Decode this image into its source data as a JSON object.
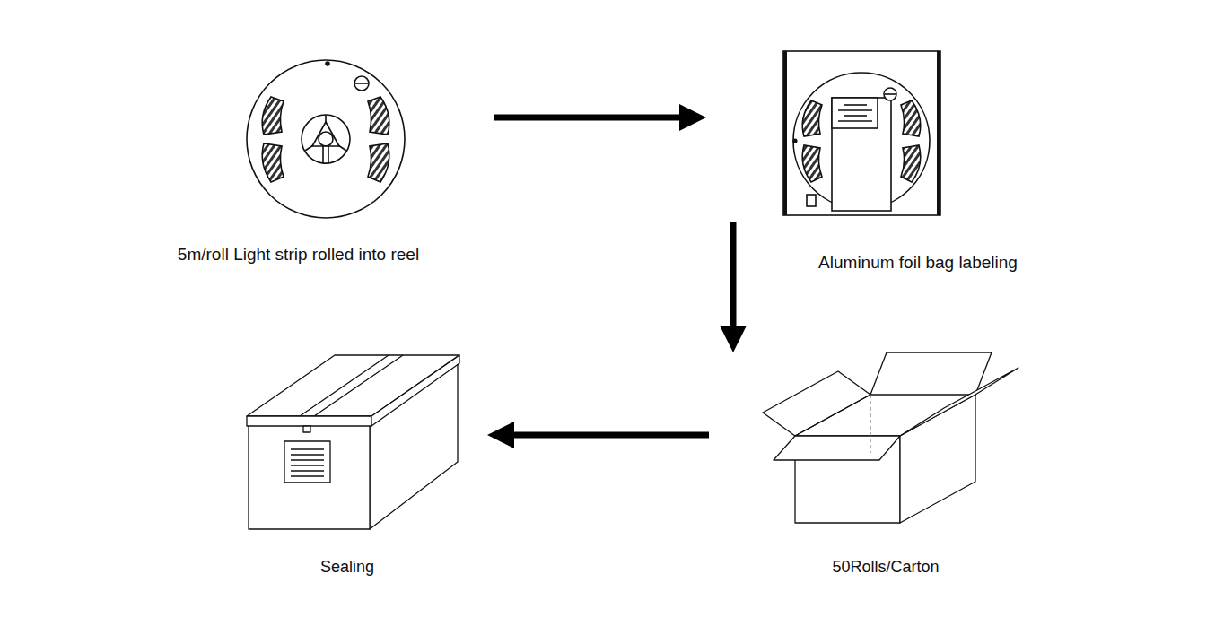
{
  "diagram": {
    "nodes": [
      {
        "text": [
          "5m/roll Light strip rolled into reel"
        ]
      },
      {
        "text": [
          "Aluminum foil bag labeling"
        ]
      },
      {
        "text": [
          "50Rolls/Carton"
        ]
      },
      {
        "text": [
          "Sealing"
        ]
      }
    ],
    "edges": [
      {
        "from": 0,
        "to": 1,
        "arrow": "to"
      },
      {
        "from": 1,
        "to": 2,
        "arrow": "to"
      },
      {
        "from": 2,
        "to": 3,
        "arrow": "to"
      }
    ]
  }
}
